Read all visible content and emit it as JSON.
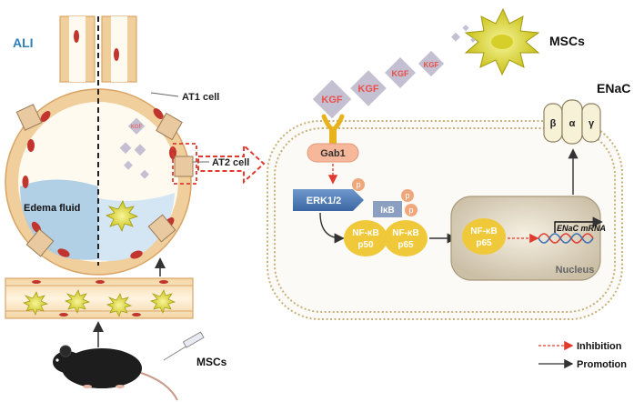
{
  "labels": {
    "ali": "ALI",
    "at1_cell": "AT1 cell",
    "at2_cell": "AT2 cell",
    "edema_fluid": "Edema fluid",
    "mscs_top": "MSCs",
    "mscs_bottom": "MSCs",
    "kgf": "KGF",
    "gab1": "Gab1",
    "erk": "ERK1/2",
    "p": "p",
    "ikb": "IκB",
    "nfkb": "NF-κB",
    "p50": "p50",
    "p65": "p65",
    "enac": "ENaC",
    "beta": "β",
    "alpha": "α",
    "gamma": "γ",
    "enac_mrna": "ENaC mRNA",
    "nucleus": "Nucleus"
  },
  "legend": {
    "inhibition": "Inhibition",
    "promotion": "Promotion"
  },
  "colors": {
    "ali_text": "#2f7fb8",
    "kgf_diamond": "#c4bfd1",
    "kgf_text": "#e8504a",
    "receptor": "#e8b21c",
    "gab1_fill": "#f6b79a",
    "erk_fill": "#4a79b8",
    "ikb_fill": "#8b9fc0",
    "phospho": "#f0a77c",
    "nfkb_fill": "#f0c93a",
    "nucleus_fill": "#e6ddc8",
    "dash_red": "#e03b2e",
    "alveolus_wall": "#f1cf9c",
    "edema": "#a9cbe4"
  }
}
